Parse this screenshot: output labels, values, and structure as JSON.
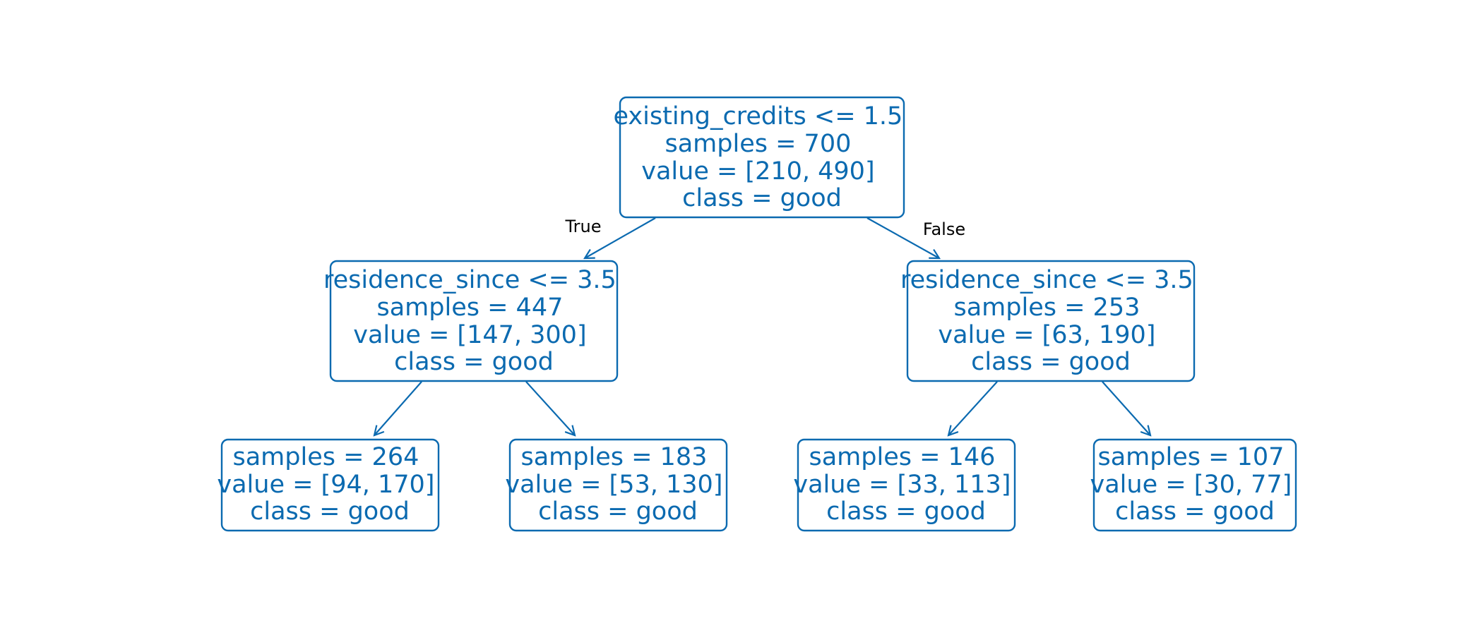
{
  "colors": {
    "node_border": "#0b6ab0",
    "node_text": "#0b6ab0",
    "edge": "#0b6ab0",
    "edge_label": "#000000",
    "background": "#ffffff"
  },
  "tree": {
    "root": {
      "lines": [
        "existing_credits <= 1.5",
        "samples = 700",
        "value = [210, 490]",
        "class = good"
      ]
    },
    "left": {
      "lines": [
        "residence_since <= 3.5",
        "samples = 447",
        "value = [147, 300]",
        "class = good"
      ]
    },
    "right": {
      "lines": [
        "residence_since <= 3.5",
        "samples = 253",
        "value = [63, 190]",
        "class = good"
      ]
    },
    "left_left": {
      "lines": [
        "samples = 264",
        "value = [94, 170]",
        "class = good"
      ]
    },
    "left_right": {
      "lines": [
        "samples = 183",
        "value = [53, 130]",
        "class = good"
      ]
    },
    "right_left": {
      "lines": [
        "samples = 146",
        "value = [33, 113]",
        "class = good"
      ]
    },
    "right_right": {
      "lines": [
        "samples = 107",
        "value = [30, 77]",
        "class = good"
      ]
    }
  },
  "edge_labels": {
    "true_label": "True",
    "false_label": "False"
  }
}
